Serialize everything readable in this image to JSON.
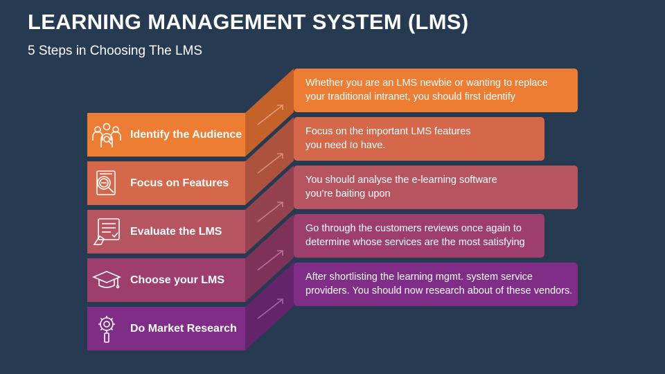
{
  "header": {
    "title": "LEARNING MANAGEMENT SYSTEM (LMS)",
    "subtitle": "5 Steps in Choosing The LMS"
  },
  "steps": [
    {
      "label": "Identify the Audience",
      "icon": "audience-icon",
      "color": "#ee7d34",
      "line1": "Whether you are an LMS newbie or wanting to replace",
      "line2": "your traditional intranet, you should first identify"
    },
    {
      "label": "Focus on Features",
      "icon": "magnifier-document-icon",
      "color": "#d5684a",
      "line1": "Focus on the important LMS features",
      "line2": "you need to have."
    },
    {
      "label": "Evaluate the LMS",
      "icon": "evaluate-checklist-icon",
      "color": "#b6545f",
      "line1": "You should analyse the e-learning software",
      "line2": "you’re baiting upon"
    },
    {
      "label": "Choose your LMS",
      "icon": "graduation-cap-icon",
      "color": "#9d3e6d",
      "line1": "Go through the customers reviews once again to",
      "line2": "determine whose services are the most satisfying"
    },
    {
      "label": "Do Market Research",
      "icon": "research-gear-icon",
      "color": "#7f2d86",
      "line1": "After shortlisting the learning mgmt. system service",
      "line2": "providers. You should now research about of these vendors."
    }
  ]
}
